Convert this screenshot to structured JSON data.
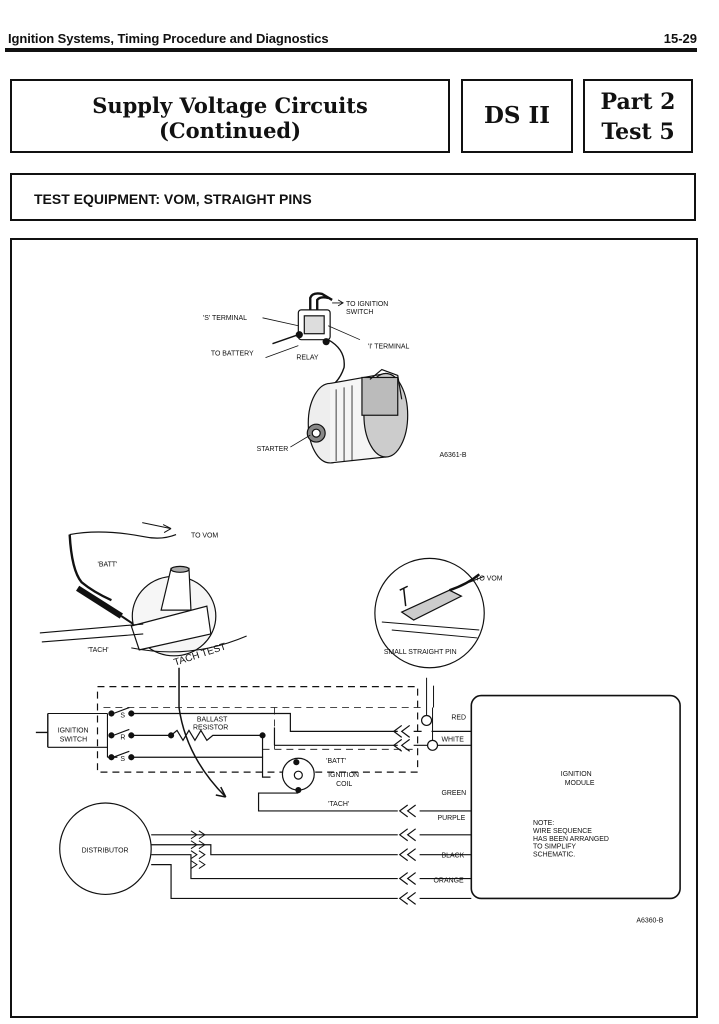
{
  "header": {
    "section_title": "Ignition Systems, Timing Procedure and Diagnostics",
    "page_number": "15-29"
  },
  "title_block": {
    "title_line1": "Supply Voltage Circuits",
    "title_line2": "(Continued)",
    "system": "DS II",
    "part": "Part 2",
    "test": "Test 5"
  },
  "equipment": {
    "label": "TEST EQUIPMENT: VOM, STRAIGHT PINS"
  },
  "starter_diagram": {
    "to_ignition_switch_1": "TO IGNITION",
    "to_ignition_switch_2": "SWITCH",
    "s_terminal": "'S' TERMINAL",
    "i_terminal": "'I' TERMINAL",
    "to_battery": "TO BATTERY",
    "relay": "RELAY",
    "starter": "STARTER",
    "figure_id": "A6361-B"
  },
  "schematic": {
    "to_vom_1": "TO VOM",
    "to_vom_2": "TO VOM",
    "batt_label": "'BATT'",
    "tach_label": "'TACH'",
    "tach_test": "TACH TEST",
    "small_straight_pin": "SMALL STRAIGHT PIN",
    "ignition_switch_1": "IGNITION",
    "ignition_switch_2": "SWITCH",
    "switch_s1": "S",
    "switch_r": "R",
    "switch_s2": "S",
    "ballast_1": "BALLAST",
    "ballast_2": "RESISTOR",
    "coil_batt": "'BATT'",
    "coil_1": "IGNITION",
    "coil_2": "COIL",
    "coil_tach": "'TACH'",
    "distributor": "DISTRIBUTOR",
    "wire_red": "RED",
    "wire_white": "WHITE",
    "wire_green": "GREEN",
    "wire_purple": "PURPLE",
    "wire_black": "BLACK",
    "wire_orange": "ORANGE",
    "module_1": "IGNITION",
    "module_2": "MODULE",
    "note_1": "NOTE:",
    "note_2": "WIRE SEQUENCE",
    "note_3": "HAS BEEN ARRANGED",
    "note_4": "TO SIMPLIFY",
    "note_5": "SCHEMATIC.",
    "figure_id": "A6360-B"
  }
}
